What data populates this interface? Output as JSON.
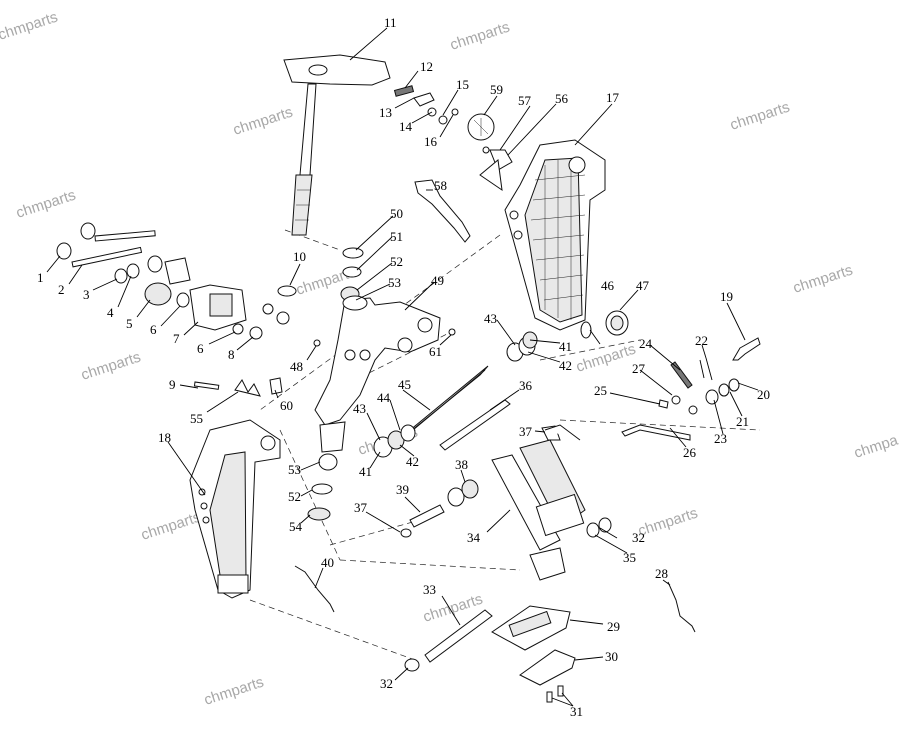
{
  "watermark": "chmparts",
  "watermark_partial": "chmpa",
  "callouts": [
    {
      "id": "c1",
      "text": "1"
    },
    {
      "id": "c2",
      "text": "2"
    },
    {
      "id": "c3",
      "text": "3"
    },
    {
      "id": "c4",
      "text": "4"
    },
    {
      "id": "c5",
      "text": "5"
    },
    {
      "id": "c6a",
      "text": "6"
    },
    {
      "id": "c6b",
      "text": "6"
    },
    {
      "id": "c7",
      "text": "7"
    },
    {
      "id": "c8",
      "text": "8"
    },
    {
      "id": "c9",
      "text": "9"
    },
    {
      "id": "c10",
      "text": "10"
    },
    {
      "id": "c11",
      "text": "11"
    },
    {
      "id": "c12",
      "text": "12"
    },
    {
      "id": "c13",
      "text": "13"
    },
    {
      "id": "c14",
      "text": "14"
    },
    {
      "id": "c15",
      "text": "15"
    },
    {
      "id": "c16",
      "text": "16"
    },
    {
      "id": "c17",
      "text": "17"
    },
    {
      "id": "c18",
      "text": "18"
    },
    {
      "id": "c19",
      "text": "19"
    },
    {
      "id": "c20",
      "text": "20"
    },
    {
      "id": "c21",
      "text": "21"
    },
    {
      "id": "c22",
      "text": "22"
    },
    {
      "id": "c23",
      "text": "23"
    },
    {
      "id": "c24",
      "text": "24"
    },
    {
      "id": "c25",
      "text": "25"
    },
    {
      "id": "c26",
      "text": "26"
    },
    {
      "id": "c27",
      "text": "27"
    },
    {
      "id": "c28",
      "text": "28"
    },
    {
      "id": "c29",
      "text": "29"
    },
    {
      "id": "c30",
      "text": "30"
    },
    {
      "id": "c31",
      "text": "31"
    },
    {
      "id": "c32a",
      "text": "32"
    },
    {
      "id": "c32b",
      "text": "32"
    },
    {
      "id": "c33",
      "text": "33"
    },
    {
      "id": "c34",
      "text": "34"
    },
    {
      "id": "c35",
      "text": "35"
    },
    {
      "id": "c36",
      "text": "36"
    },
    {
      "id": "c37a",
      "text": "37"
    },
    {
      "id": "c37b",
      "text": "37"
    },
    {
      "id": "c38",
      "text": "38"
    },
    {
      "id": "c39",
      "text": "39"
    },
    {
      "id": "c40",
      "text": "40"
    },
    {
      "id": "c41a",
      "text": "41"
    },
    {
      "id": "c41b",
      "text": "41"
    },
    {
      "id": "c42a",
      "text": "42"
    },
    {
      "id": "c42b",
      "text": "42"
    },
    {
      "id": "c43a",
      "text": "43"
    },
    {
      "id": "c43b",
      "text": "43"
    },
    {
      "id": "c44",
      "text": "44"
    },
    {
      "id": "c45",
      "text": "45"
    },
    {
      "id": "c46",
      "text": "46"
    },
    {
      "id": "c47",
      "text": "47"
    },
    {
      "id": "c48",
      "text": "48"
    },
    {
      "id": "c49",
      "text": "49"
    },
    {
      "id": "c50",
      "text": "50"
    },
    {
      "id": "c51",
      "text": "51"
    },
    {
      "id": "c52a",
      "text": "52"
    },
    {
      "id": "c52b",
      "text": "52"
    },
    {
      "id": "c53a",
      "text": "53"
    },
    {
      "id": "c53b",
      "text": "53"
    },
    {
      "id": "c54",
      "text": "54"
    },
    {
      "id": "c55",
      "text": "55"
    },
    {
      "id": "c56",
      "text": "56"
    },
    {
      "id": "c57",
      "text": "57"
    },
    {
      "id": "c58",
      "text": "58"
    },
    {
      "id": "c59",
      "text": "59"
    },
    {
      "id": "c60",
      "text": "60"
    },
    {
      "id": "c61",
      "text": "61"
    }
  ]
}
